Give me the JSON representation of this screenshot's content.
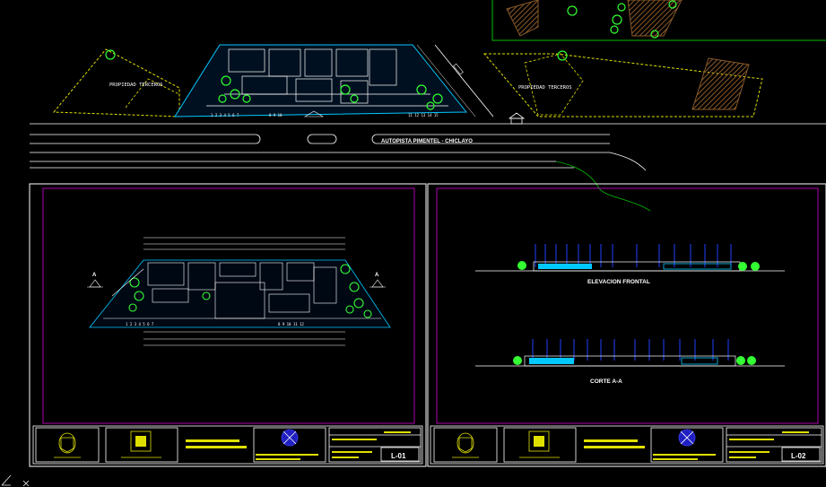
{
  "site_plan": {
    "property_left": "PROPIEDAD TERCEROS",
    "property_right": "PROPIEDAD TERCEROS",
    "highway": "AUTOPISTA PIMENTEL - CHICLAYO"
  },
  "sheet_left": {
    "section_marker_left": "A",
    "section_marker_right": "A",
    "sheet_number": "L-01"
  },
  "sheet_right": {
    "elevation_title": "ELEVACION FRONTAL",
    "section_title": "CORTE A-A",
    "sheet_number": "L-02"
  },
  "colors": {
    "frame_white": "#ffffff",
    "frame_magenta": "#b000b0",
    "property_line": "#e0e000",
    "hatch_brown": "#8a5a2a",
    "green_zone": "#00c000",
    "tree_green": "#33ff33",
    "building_cyan": "#00c8ff",
    "road_white": "#ffffff",
    "logo_blue": "#2020c0"
  },
  "icons": [
    "coat-of-arms-icon",
    "square-logo-icon",
    "university-seal-icon",
    "house-icon"
  ]
}
